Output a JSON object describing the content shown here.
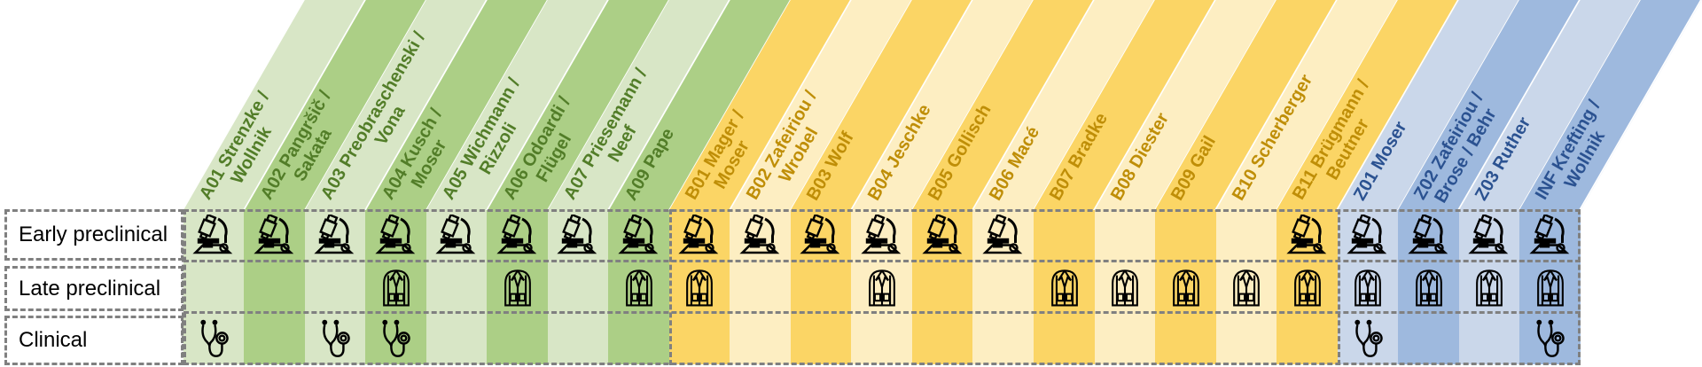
{
  "palette": {
    "band_green_light": "#D8E6C6",
    "band_green_dark": "#ACCF86",
    "text_green": "#527D28",
    "band_gold_light": "#FDEEC2",
    "band_gold_dark": "#FBD565",
    "text_gold": "#BF8E07",
    "band_blue_light": "#CAD7EA",
    "band_blue_dark": "#9EB9DE",
    "text_blue": "#2B5291",
    "dashed_border": "#808080",
    "icon_black": "#000000"
  },
  "stage_rows": [
    {
      "id": "early",
      "label": "Early preclinical",
      "icon": "microscope-icon"
    },
    {
      "id": "late",
      "label": "Late preclinical",
      "icon": "lab-coat-icon"
    },
    {
      "id": "clinical",
      "label": "Clinical",
      "icon": "stethoscope-icon"
    }
  ],
  "projects": [
    {
      "id": "A01",
      "label": "A01 Strenzke /\nWollnik",
      "section": "A",
      "shade": "light",
      "stages": [
        "early",
        "clinical"
      ]
    },
    {
      "id": "A02",
      "label": "A02 Pangršič /\nSakata",
      "section": "A",
      "shade": "dark",
      "stages": [
        "early"
      ]
    },
    {
      "id": "A03",
      "label": "A03 Preobraschenski /\nVona",
      "section": "A",
      "shade": "light",
      "stages": [
        "early",
        "clinical"
      ]
    },
    {
      "id": "A04",
      "label": "A04 Kusch /\nMoser",
      "section": "A",
      "shade": "dark",
      "stages": [
        "early",
        "late",
        "clinical"
      ]
    },
    {
      "id": "A05",
      "label": "A05 Wichmann /\nRizzoli",
      "section": "A",
      "shade": "light",
      "stages": [
        "early"
      ]
    },
    {
      "id": "A06",
      "label": "A06 Odoardi /\nFlügel",
      "section": "A",
      "shade": "dark",
      "stages": [
        "early",
        "late"
      ]
    },
    {
      "id": "A07",
      "label": "A07 Priesemann /\nNeef",
      "section": "A",
      "shade": "light",
      "stages": [
        "early"
      ]
    },
    {
      "id": "A09",
      "label": "A09 Pape",
      "section": "A",
      "shade": "dark",
      "stages": [
        "early",
        "late"
      ]
    },
    {
      "id": "B01",
      "label": "B01 Mager /\nMoser",
      "section": "B",
      "shade": "dark",
      "stages": [
        "early",
        "late"
      ]
    },
    {
      "id": "B02",
      "label": "B02 Zafeiriou /\nWrobel",
      "section": "B",
      "shade": "light",
      "stages": [
        "early"
      ]
    },
    {
      "id": "B03",
      "label": "B03 Wolf",
      "section": "B",
      "shade": "dark",
      "stages": [
        "early"
      ]
    },
    {
      "id": "B04",
      "label": "B04 Jeschke",
      "section": "B",
      "shade": "light",
      "stages": [
        "early",
        "late"
      ]
    },
    {
      "id": "B05",
      "label": "B05 Gollisch",
      "section": "B",
      "shade": "dark",
      "stages": [
        "early"
      ]
    },
    {
      "id": "B06",
      "label": "B06 Macé",
      "section": "B",
      "shade": "light",
      "stages": [
        "early"
      ]
    },
    {
      "id": "B07",
      "label": "B07 Bradke",
      "section": "B",
      "shade": "dark",
      "stages": [
        "late"
      ]
    },
    {
      "id": "B08",
      "label": "B08 Diester",
      "section": "B",
      "shade": "light",
      "stages": [
        "late"
      ]
    },
    {
      "id": "B09",
      "label": "B09 Gail",
      "section": "B",
      "shade": "dark",
      "stages": [
        "late"
      ]
    },
    {
      "id": "B10",
      "label": "B10 Scherberger",
      "section": "B",
      "shade": "light",
      "stages": [
        "late"
      ]
    },
    {
      "id": "B11",
      "label": "B11 Brügmann /\nBeutner",
      "section": "B",
      "shade": "dark",
      "stages": [
        "early",
        "late"
      ]
    },
    {
      "id": "Z01",
      "label": "Z01 Moser",
      "section": "Z",
      "shade": "light",
      "stages": [
        "early",
        "late",
        "clinical"
      ]
    },
    {
      "id": "Z02",
      "label": "Z02 Zafeiriou /\nBrose / Behr",
      "section": "Z",
      "shade": "dark",
      "stages": [
        "early",
        "late"
      ]
    },
    {
      "id": "Z03",
      "label": "Z03 Ruther",
      "section": "Z",
      "shade": "light",
      "stages": [
        "early",
        "late"
      ]
    },
    {
      "id": "INF",
      "label": "INF Krefting /\nWollnik",
      "section": "Z",
      "shade": "dark",
      "stages": [
        "early",
        "late",
        "clinical"
      ]
    }
  ]
}
